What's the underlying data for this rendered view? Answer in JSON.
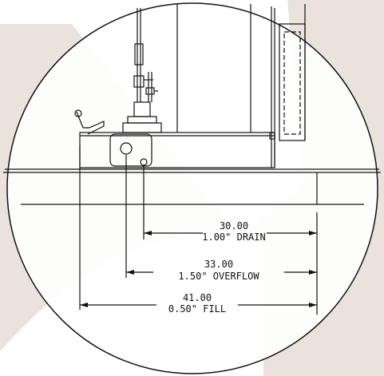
{
  "colors": {
    "background_watermark": "#e9e3dc",
    "line": "#111111",
    "paper": "#ffffff"
  },
  "dimensions": [
    {
      "value": "30.00",
      "label": "1.00\" DRAIN"
    },
    {
      "value": "33.00",
      "label": "1.50\" OVERFLOW"
    },
    {
      "value": "41.00",
      "label": "0.50\" FILL"
    }
  ]
}
